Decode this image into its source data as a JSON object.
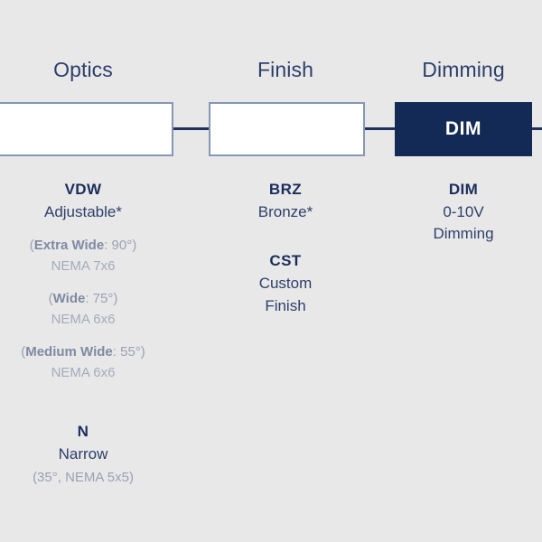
{
  "theme": {
    "background": "#e9e8e8",
    "navy": "#142a56",
    "text_navy": "#2c3f6b",
    "code_navy": "#1a2d5c",
    "muted_gray": "#98a1b4",
    "muted_gray_bold": "#7e8aa3",
    "box_border": "#8597b5",
    "box_fill": "#ffffff",
    "selected_label": "#ffffff"
  },
  "columns": [
    {
      "key": "optics",
      "header": "Optics",
      "box": {
        "label": "",
        "selected": false
      },
      "options": [
        {
          "code": "VDW",
          "desc": "Adjustable*",
          "sub": [
            {
              "prefix": "(",
              "bold": "Extra Wide",
              "suffix": ": 90°)",
              "nema": "NEMA 7x6"
            },
            {
              "prefix": "(",
              "bold": "Wide",
              "suffix": ": 75°)",
              "nema": "NEMA 6x6"
            },
            {
              "prefix": "(",
              "bold": "Medium Wide",
              "suffix": ": 55°)",
              "nema": "NEMA 6x6"
            }
          ]
        },
        {
          "code": "N",
          "desc": "Narrow",
          "note": "(35°, NEMA 5x5)"
        }
      ]
    },
    {
      "key": "finish",
      "header": "Finish",
      "box": {
        "label": "",
        "selected": false
      },
      "options": [
        {
          "code": "BRZ",
          "desc": "Bronze*"
        },
        {
          "code": "CST",
          "desc": "Custom\nFinish"
        }
      ]
    },
    {
      "key": "dimming",
      "header": "Dimming",
      "box": {
        "label": "DIM",
        "selected": true
      },
      "options": [
        {
          "code": "DIM",
          "desc": "0-10V\nDimming"
        }
      ]
    }
  ]
}
